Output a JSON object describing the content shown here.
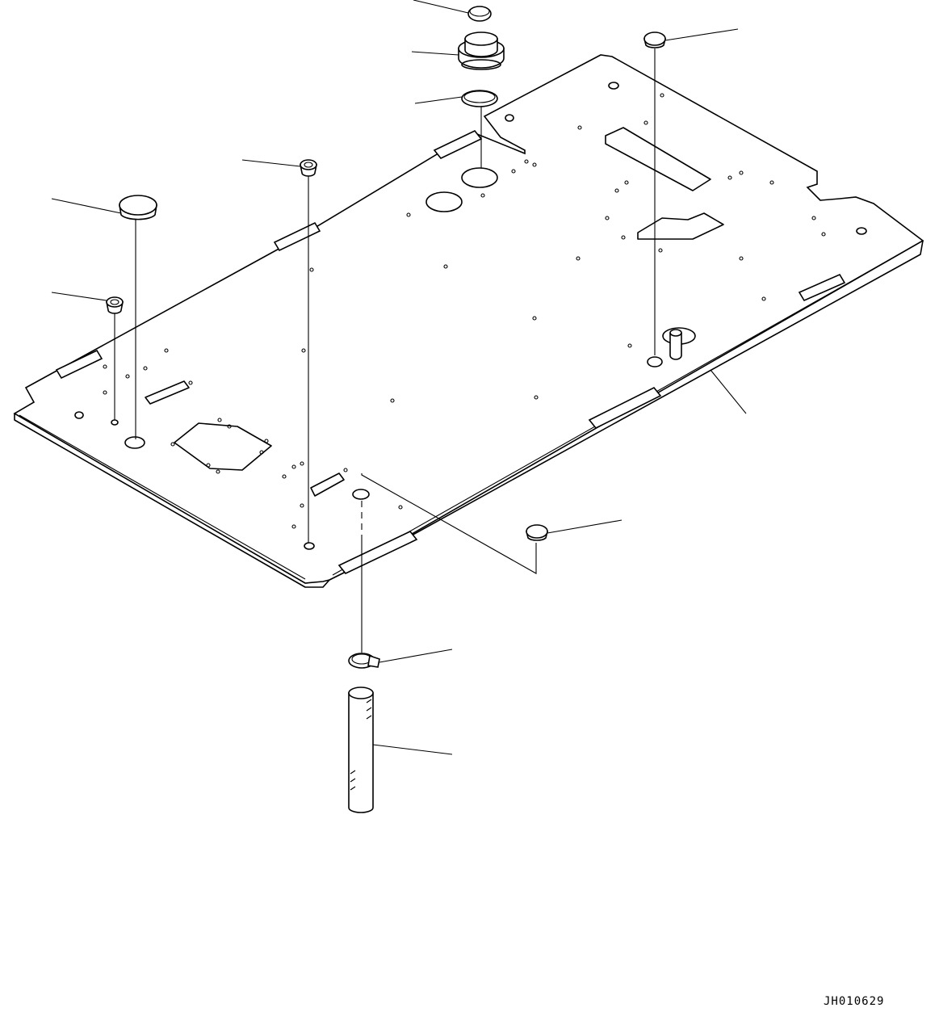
{
  "drawing": {
    "reference_code": "JH010629",
    "colors": {
      "line": "#000000",
      "background": "#ffffff"
    }
  },
  "parts": [
    {
      "name": "retaining-ring"
    },
    {
      "name": "grommet"
    },
    {
      "name": "o-ring"
    },
    {
      "name": "plug-cap"
    },
    {
      "name": "bushing"
    },
    {
      "name": "large-plug"
    },
    {
      "name": "small-bushing"
    },
    {
      "name": "floor-plate"
    },
    {
      "name": "rubber-plug"
    },
    {
      "name": "hose-clamp"
    },
    {
      "name": "drain-hose"
    }
  ]
}
